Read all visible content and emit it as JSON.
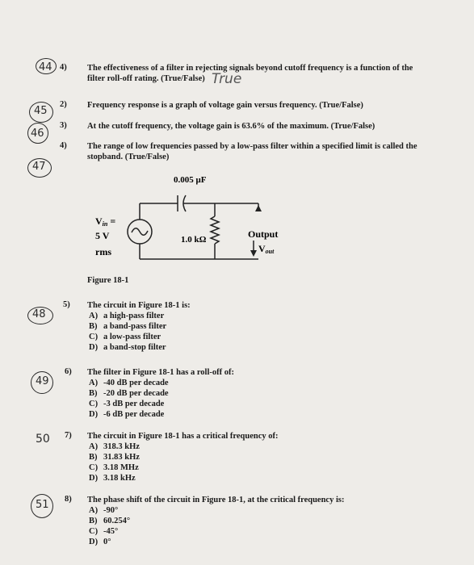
{
  "questions": {
    "q44": {
      "number": "4)",
      "text_line1": "The effectiveness of a filter in rejecting signals beyond cutoff frequency is a function of the",
      "text_line2": "filter roll-off rating. (True/False)",
      "handwritten_num": "44",
      "handwritten_answer": "True"
    },
    "q45": {
      "number": "2)",
      "text": "Frequency response is a graph of voltage gain versus frequency. (True/False)",
      "handwritten_num": "45"
    },
    "q46": {
      "number": "3)",
      "text": "At the cutoff frequency, the voltage gain is 63.6% of the maximum. (True/False)",
      "handwritten_num": "46"
    },
    "q47": {
      "number": "4)",
      "text_line1": "The range of low frequencies passed by a low-pass filter within a specified limit is called the",
      "text_line2": "stopband. (True/False)",
      "handwritten_num": "47"
    },
    "q48": {
      "number": "5)",
      "handwritten_num": "48",
      "stem": "The circuit in Figure 18-1 is:",
      "options": [
        {
          "letter": "A)",
          "text": "a high-pass filter"
        },
        {
          "letter": "B)",
          "text": "a band-pass filter"
        },
        {
          "letter": "C)",
          "text": "a low-pass filter"
        },
        {
          "letter": "D)",
          "text": "a band-stop filter"
        }
      ]
    },
    "q49": {
      "number": "6)",
      "handwritten_num": "49",
      "stem": "The filter in Figure 18-1 has a roll-off of:",
      "options": [
        {
          "letter": "A)",
          "text": "-40 dB per decade"
        },
        {
          "letter": "B)",
          "text": "-20 dB per decade"
        },
        {
          "letter": "C)",
          "text": "-3 dB per decade"
        },
        {
          "letter": "D)",
          "text": "-6 dB per decade"
        }
      ]
    },
    "q50": {
      "number": "7)",
      "handwritten_num": "50",
      "stem": "The circuit in Figure 18-1 has a critical frequency of:",
      "options": [
        {
          "letter": "A)",
          "text": "318.3 kHz"
        },
        {
          "letter": "B)",
          "text": "31.83 kHz"
        },
        {
          "letter": "C)",
          "text": "3.18 MHz"
        },
        {
          "letter": "D)",
          "text": "3.18 kHz"
        }
      ]
    },
    "q51": {
      "number": "8)",
      "handwritten_num": "51",
      "stem": "The phase shift of the circuit in Figure 18-1, at the critical frequency is:",
      "options": [
        {
          "letter": "A)",
          "text": "-90°"
        },
        {
          "letter": "B)",
          "text": "60.254°"
        },
        {
          "letter": "C)",
          "text": "-45°"
        },
        {
          "letter": "D)",
          "text": "0°"
        }
      ]
    }
  },
  "figure": {
    "caption": "Figure 18-1",
    "capacitor_label": "0.005 μF",
    "resistor_label": "1.0 kΩ",
    "vin_label": "V",
    "vin_sub": "in",
    "vin_eq": "=",
    "vin_value": "5 V",
    "vin_unit": "rms",
    "output_label": "Output",
    "vout_label": "V",
    "vout_sub": "out"
  }
}
